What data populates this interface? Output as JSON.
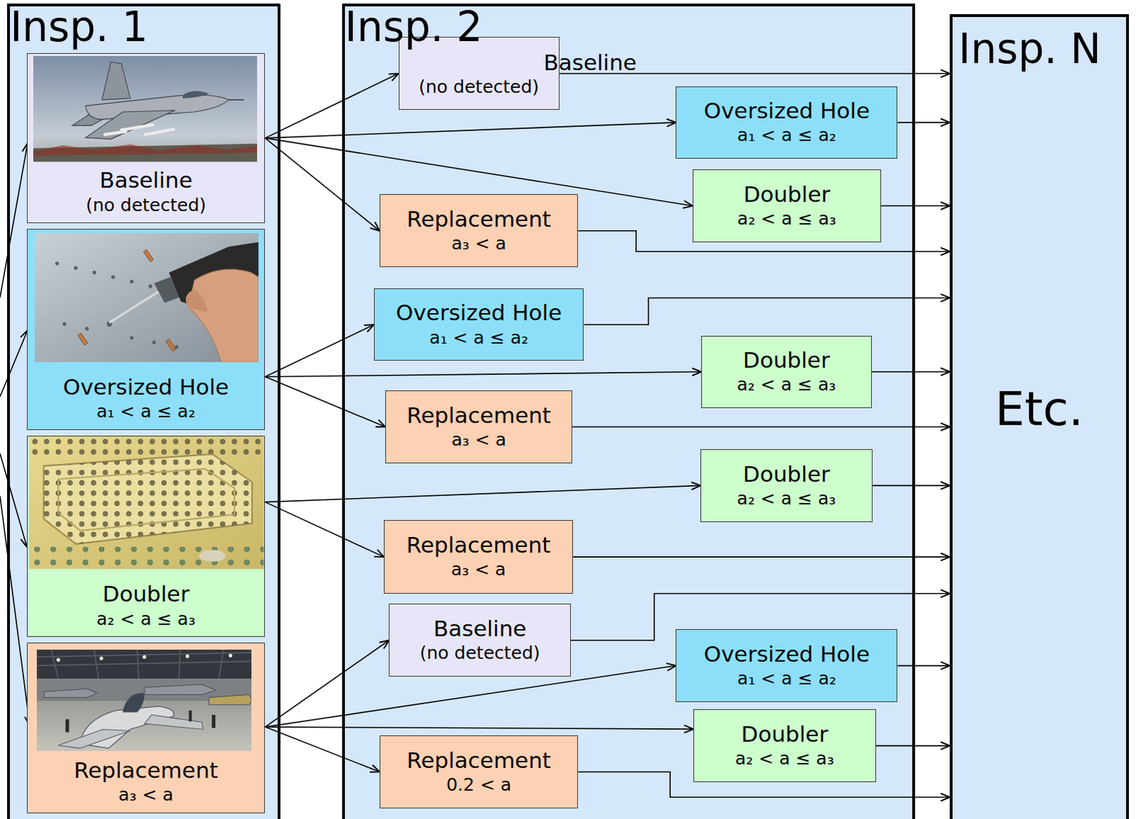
{
  "diagram": {
    "nodes": [
      {
        "text": [
          "Insp. 1"
        ]
      },
      {
        "text": [
          "Baseline",
          "(no detected)"
        ],
        "in": 0
      },
      {
        "text": [
          "Oversized Hole",
          "a₁ < a ≤ a₂"
        ],
        "in": 0
      },
      {
        "text": [
          "Doubler",
          "a₂ < a ≤ a₃"
        ],
        "in": 0
      },
      {
        "text": [
          "Replacement",
          "a₃ < a"
        ],
        "in": 0
      },
      {
        "text": [
          "Insp. 2"
        ]
      },
      {
        "text": [
          "Baseline",
          "(no detected)"
        ],
        "in": 5
      },
      {
        "text": [
          "Oversized Hole",
          "a₁ < a ≤ a₂"
        ],
        "in": 5
      },
      {
        "text": [
          "Doubler",
          "a₂ < a ≤ a₃"
        ],
        "in": 5
      },
      {
        "text": [
          "Replacement",
          "a₃ < a"
        ],
        "in": 5
      },
      {
        "text": [
          "Oversized Hole",
          "a₁ < a ≤ a₂"
        ],
        "in": 5
      },
      {
        "text": [
          "Doubler",
          "a₂ < a ≤ a₃"
        ],
        "in": 5
      },
      {
        "text": [
          "Replacement",
          "a₃ < a"
        ],
        "in": 5
      },
      {
        "text": [
          "Doubler",
          "a₂ < a ≤ a₃"
        ],
        "in": 5
      },
      {
        "text": [
          "Replacement",
          "a₃ < a"
        ],
        "in": 5
      },
      {
        "text": [
          "Baseline",
          "(no detected)"
        ],
        "in": 5
      },
      {
        "text": [
          "Oversized Hole",
          "a₁ < a ≤ a₂"
        ],
        "in": 5
      },
      {
        "text": [
          "Doubler",
          "a₂ < a ≤ a₃"
        ],
        "in": 5
      },
      {
        "text": [
          "Replacement",
          "0.2 < a"
        ],
        "in": 5
      },
      {
        "text": [
          "Insp. N",
          "Etc."
        ]
      }
    ],
    "edges": [
      {
        "from": 1,
        "to": 6,
        "arrow": "to"
      },
      {
        "from": 1,
        "to": 7,
        "arrow": "to"
      },
      {
        "from": 1,
        "to": 8,
        "arrow": "to"
      },
      {
        "from": 1,
        "to": 9,
        "arrow": "to"
      },
      {
        "from": 2,
        "to": 10,
        "arrow": "to"
      },
      {
        "from": 2,
        "to": 11,
        "arrow": "to"
      },
      {
        "from": 2,
        "to": 12,
        "arrow": "to"
      },
      {
        "from": 3,
        "to": 13,
        "arrow": "to"
      },
      {
        "from": 3,
        "to": 14,
        "arrow": "to"
      },
      {
        "from": 4,
        "to": 15,
        "arrow": "to"
      },
      {
        "from": 4,
        "to": 16,
        "arrow": "to"
      },
      {
        "from": 4,
        "to": 17,
        "arrow": "to"
      },
      {
        "from": 4,
        "to": 18,
        "arrow": "to"
      },
      {
        "from": 6,
        "to": 19,
        "arrow": "to"
      },
      {
        "from": 7,
        "to": 19,
        "arrow": "to"
      },
      {
        "from": 8,
        "to": 19,
        "arrow": "to"
      },
      {
        "from": 9,
        "to": 19,
        "arrow": "to"
      },
      {
        "from": 10,
        "to": 19,
        "arrow": "to"
      },
      {
        "from": 11,
        "to": 19,
        "arrow": "to"
      },
      {
        "from": 12,
        "to": 19,
        "arrow": "to"
      },
      {
        "from": 13,
        "to": 19,
        "arrow": "to"
      },
      {
        "from": 14,
        "to": 19,
        "arrow": "to"
      },
      {
        "from": 15,
        "to": 19,
        "arrow": "to"
      },
      {
        "from": 16,
        "to": 19,
        "arrow": "to"
      },
      {
        "from": 17,
        "to": 19,
        "arrow": "to"
      },
      {
        "from": 18,
        "to": 19,
        "arrow": "to"
      }
    ]
  }
}
